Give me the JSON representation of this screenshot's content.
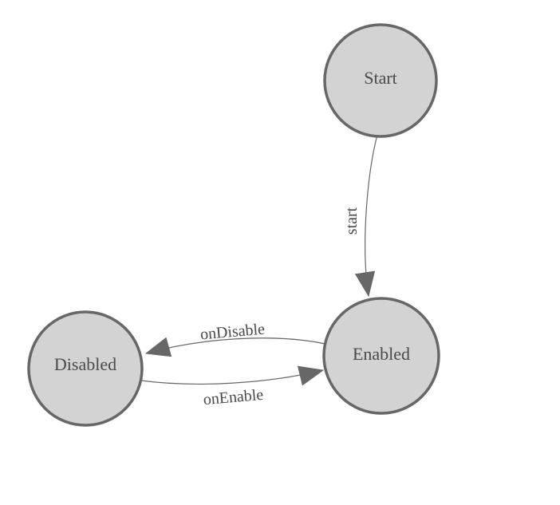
{
  "diagram": {
    "type": "state-machine"
  },
  "colors": {
    "background": "#ffffff",
    "node_fill": "#d3d3d3",
    "node_stroke": "#676767",
    "edge_color": "#676767",
    "label_color": "#4a4a4a"
  },
  "nodes": [
    {
      "id": "start",
      "label": "Start"
    },
    {
      "id": "enabled",
      "label": "Enabled"
    },
    {
      "id": "disabled",
      "label": "Disabled"
    }
  ],
  "edges": [
    {
      "from": "start",
      "to": "enabled",
      "label": "start"
    },
    {
      "from": "enabled",
      "to": "disabled",
      "label": "onDisable"
    },
    {
      "from": "disabled",
      "to": "enabled",
      "label": "onEnable"
    }
  ]
}
